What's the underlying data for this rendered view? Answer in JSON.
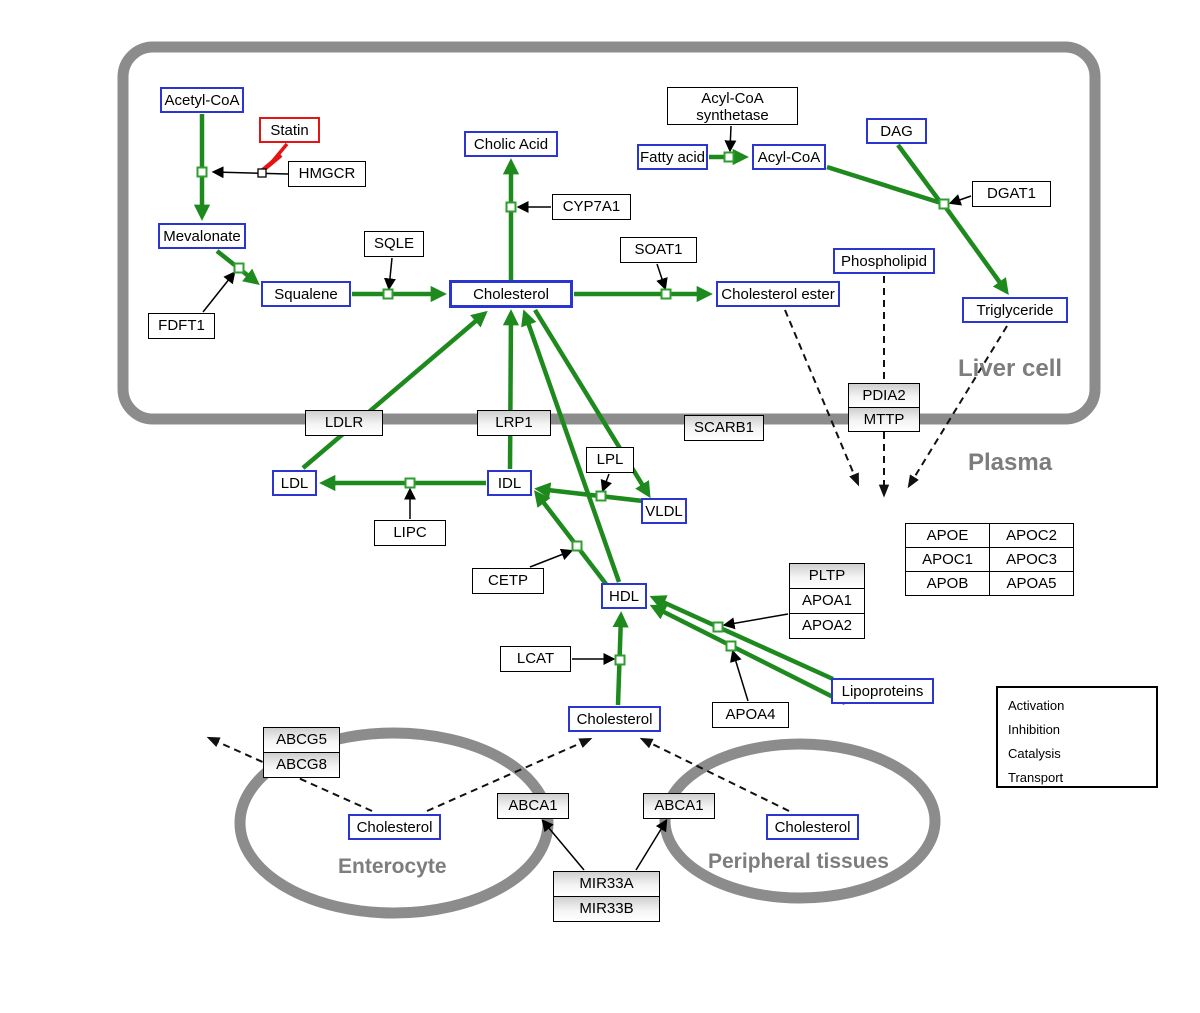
{
  "colors": {
    "activation_green": "#1e8a1e",
    "inhibition_red": "#e41414",
    "metabolite_blue": "#2b35cf",
    "membrane_gray": "#8c8c8c",
    "compartment_label_gray": "#7d7d7d"
  },
  "compartments": {
    "liver_cell": "Liver cell",
    "plasma": "Plasma",
    "enterocyte": "Enterocyte",
    "peripheral_tissues": "Peripheral tissues"
  },
  "metabolites": {
    "acetyl_coa": "Acetyl-CoA",
    "mevalonate": "Mevalonate",
    "squalene": "Squalene",
    "cholic_acid": "Cholic Acid",
    "cholesterol_liver": "Cholesterol",
    "cholesterol_ester": "Cholesterol ester",
    "fatty_acid": "Fatty acid",
    "acyl_coa": "Acyl-CoA",
    "dag": "DAG",
    "phospholipid": "Phospholipid",
    "triglyceride": "Triglyceride",
    "ldl": "LDL",
    "idl": "IDL",
    "vldl": "VLDL",
    "hdl": "HDL",
    "cholesterol_plasma": "Cholesterol",
    "lipoproteins": "Lipoproteins",
    "cholesterol_enterocyte": "Cholesterol",
    "cholesterol_peripheral": "Cholesterol"
  },
  "drug": {
    "statin": "Statin"
  },
  "genes": {
    "hmgcr": "HMGCR",
    "sqle": "SQLE",
    "fdft1": "FDFT1",
    "cyp7a1": "CYP7A1",
    "soat1": "SOAT1",
    "acyl_coa_synthetase_line1": "Acyl-CoA",
    "acyl_coa_synthetase_line2": "synthetase",
    "dgat1": "DGAT1",
    "ldlr": "LDLR",
    "lrp1": "LRP1",
    "scarb1": "SCARB1",
    "pdia2": "PDIA2",
    "mttp": "MTTP",
    "lpl": "LPL",
    "lipc": "LIPC",
    "cetp": "CETP",
    "lcat": "LCAT",
    "pltp": "PLTP",
    "apoa1": "APOA1",
    "apoa2": "APOA2",
    "apoa4": "APOA4",
    "abcg5": "ABCG5",
    "abcg8": "ABCG8",
    "abca1_enterocyte": "ABCA1",
    "abca1_peripheral": "ABCA1",
    "mir33a": "MIR33A",
    "mir33b": "MIR33B"
  },
  "apo_table": {
    "rows": [
      [
        "APOE",
        "APOC2"
      ],
      [
        "APOC1",
        "APOC3"
      ],
      [
        "APOB",
        "APOA5"
      ]
    ]
  },
  "legend": {
    "activation": "Activation",
    "inhibition": "Inhibition",
    "catalysis": "Catalysis",
    "transport": "Transport"
  }
}
